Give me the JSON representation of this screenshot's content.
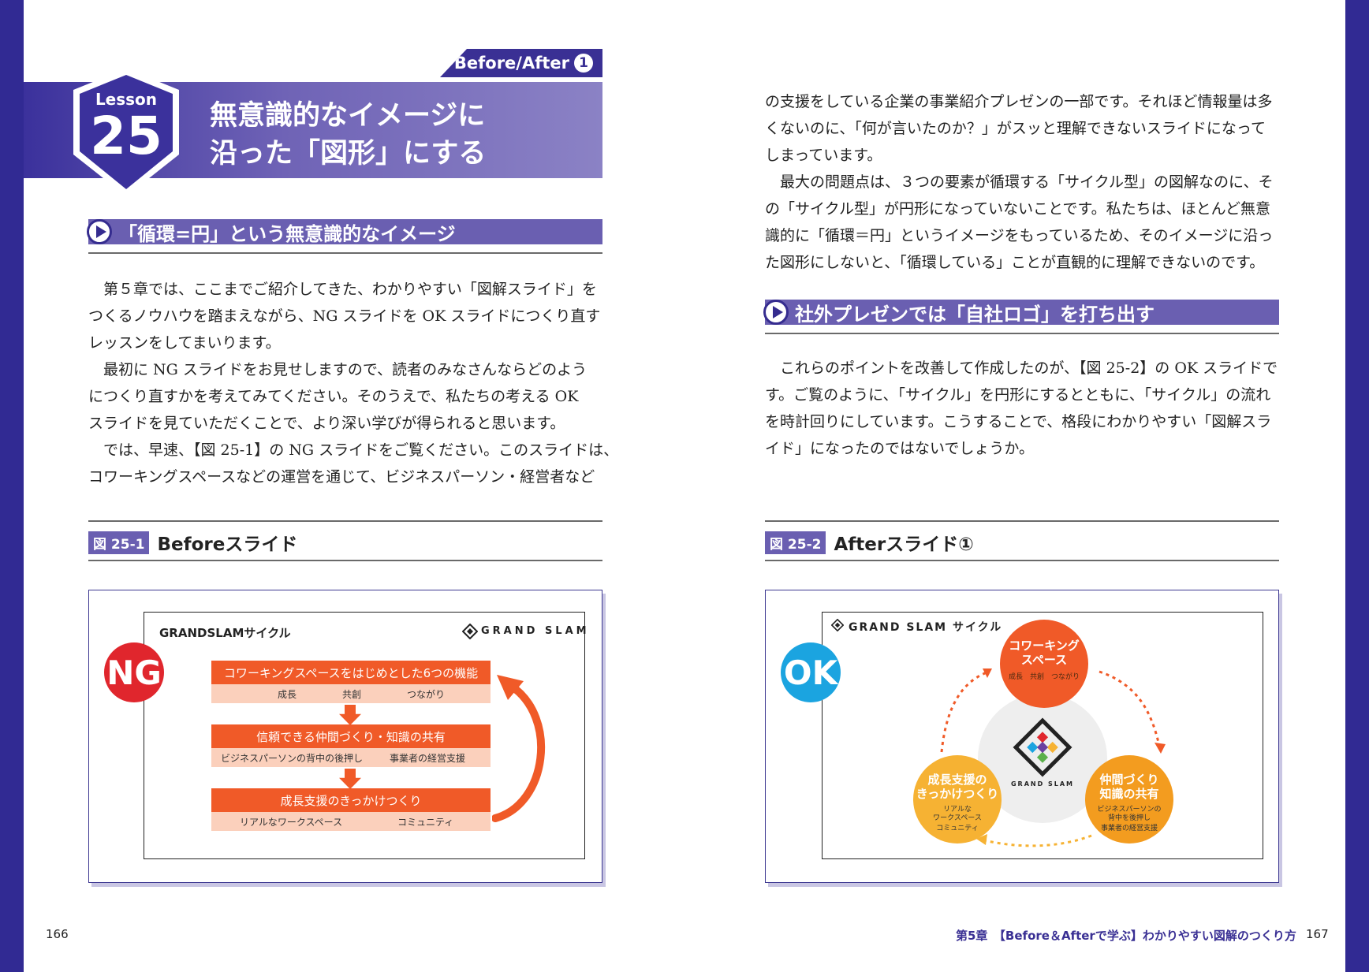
{
  "lesson": {
    "tag": "Before/After",
    "tag_num": "1",
    "label": "Lesson",
    "number": "25",
    "title_lines": [
      "無意識的なイメージに",
      "沿った「図形」にする"
    ]
  },
  "left": {
    "section_heading": "「循環=円」という無意識的なイメージ",
    "paragraph_lines": [
      "　第５章では、ここまでご紹介してきた、わかりやすい「図解スライド」を",
      "つくるノウハウを踏まえながら、NG スライドを OK スライドにつくり直す",
      "レッスンをしてまいります。",
      "　最初に NG スライドをお見せしますので、読者のみなさんならどのよう",
      "につくり直すかを考えてみてください。そのうえで、私たちの考える OK",
      "スライドを見ていただくことで、より深い学びが得られると思います。",
      "　では、早速、【図 25-1】の NG スライドをご覧ください。このスライドは、",
      "コワーキングスペースなどの運営を通じて、ビジネスパーソン・経営者など"
    ],
    "figure": {
      "id": "図 25-1",
      "caption": "Beforeスライド"
    }
  },
  "right": {
    "paragraph_lines_1": [
      "の支援をしている企業の事業紹介プレゼンの一部です。それほど情報量は多",
      "くないのに、「何が言いたのか？」がスッと理解できないスライドになって",
      "しまっています。",
      "　最大の問題点は、３つの要素が循環する「サイクル型」の図解なのに、そ",
      "の「サイクル型」が円形になっていないことです。私たちは、ほとんど無意",
      "識的に「循環＝円」というイメージをもっているため、そのイメージに沿っ",
      "た図形にしないと、「循環している」ことが直観的に理解できないのです。"
    ],
    "section_heading": "社外プレゼンでは「自社ロゴ」を打ち出す",
    "paragraph_lines_2": [
      "　これらのポイントを改善して作成したのが、【図 25-2】の OK スライドで",
      "す。ご覧のように、「サイクル」を円形にするとともに、「サイクル」の流れ",
      "を時計回りにしています。こうすることで、格段にわかりやすい「図解スラ",
      "イド」になったのではないでしょうか。"
    ],
    "figure": {
      "id": "図 25-2",
      "caption": "Afterスライド①"
    }
  },
  "before_slide": {
    "badge": "NG",
    "title": "GRANDSLAMサイクル",
    "logo_text": "GRAND SLAM",
    "blocks": [
      {
        "title": "コワーキングスペースをはじめとした6つの機能",
        "items": [
          "成長",
          "共創",
          "つながり"
        ]
      },
      {
        "title": "信頼できる仲間づくり・知識の共有",
        "items": [
          "ビジネスパーソンの背中の後押し",
          "事業者の経営支援"
        ]
      },
      {
        "title": "成長支援のきっかけつくり",
        "items": [
          "リアルなワークスペース",
          "コミュニティ"
        ]
      }
    ]
  },
  "after_slide": {
    "badge": "OK",
    "title": "GRAND SLAM サイクル",
    "center_logo_text": "GRAND SLAM",
    "circles": [
      {
        "title_lines": [
          "コワーキング",
          "スペース"
        ],
        "sub_lines": [
          "成長　共創　つながり"
        ]
      },
      {
        "title_lines": [
          "仲間づくり",
          "知識の共有"
        ],
        "sub_lines": [
          "ビジネスパーソンの",
          "背中を後押し",
          "事業者の経営支援"
        ]
      },
      {
        "title_lines": [
          "成長支援の",
          "きっかけつくり"
        ],
        "sub_lines": [
          "リアルな",
          "ワークスペース",
          "コミュニティ"
        ]
      }
    ]
  },
  "footer": {
    "left_page": "166",
    "chapter": "第5章　【Before＆Afterで学ぶ】わかりやすい図解のつくり方",
    "right_page": "167"
  },
  "colors": {
    "edge": "#312a93",
    "accent": "#6a5fb1",
    "ng_red": "#e0262d",
    "ok_blue": "#1ba4e0",
    "orange": "#f05a28",
    "orange_light": "#fbd0bc",
    "yellow": "#f6b233"
  }
}
